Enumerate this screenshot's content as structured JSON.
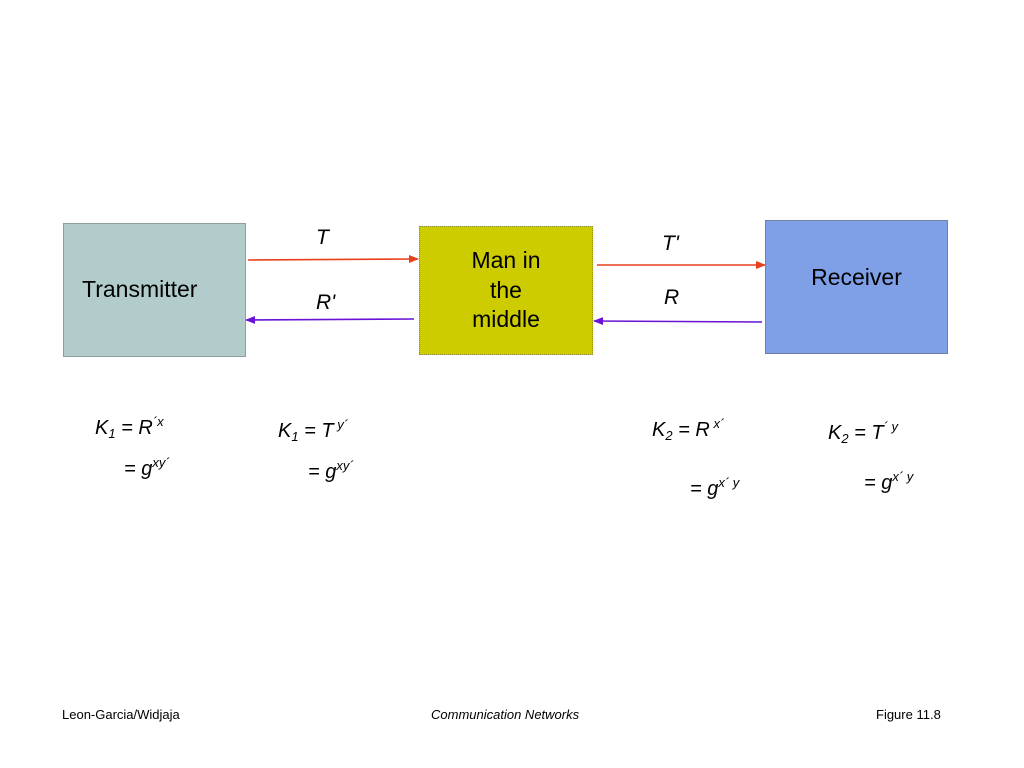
{
  "boxes": {
    "transmitter": "Transmitter",
    "man_in_middle": "Man in\nthe\nmiddle",
    "receiver": "Receiver"
  },
  "arrow_labels": {
    "t": "T",
    "r_prime": "R'",
    "t_prime": "T'",
    "r": "R"
  },
  "equations": {
    "tx_k1_r": {
      "k": "K",
      "sub": "1",
      "rest": " = R",
      "sup": "´x"
    },
    "tx_eq1": {
      "pre": "= g",
      "sup": "xy´"
    },
    "mitm_k1_t": {
      "k": "K",
      "sub": "1",
      "rest": " = T",
      "sup": " y´"
    },
    "mitm_eq1": {
      "pre": "= g",
      "sup": "xy´"
    },
    "mitm_k2_r": {
      "k": "K",
      "sub": "2",
      "rest": " = R",
      "sup": " x´"
    },
    "mitm_eq2": {
      "pre": "= g",
      "sup": "x´ y"
    },
    "rx_k2_t": {
      "k": "K",
      "sub": "2",
      "rest": " = T",
      "sup": "´ y"
    },
    "rx_eq2": {
      "pre": "= g",
      "sup": "x´ y"
    }
  },
  "colors": {
    "arrow_right": "#e8401c",
    "arrow_left": "#6a12d6",
    "transmitter_fill": "#b2cccc",
    "mitm_fill": "#cccc00",
    "receiver_fill": "#7f9fe6"
  },
  "footer": {
    "left": "Leon-Garcia/Widjaja",
    "center": "Communication Networks",
    "right": "Figure 11.8"
  }
}
